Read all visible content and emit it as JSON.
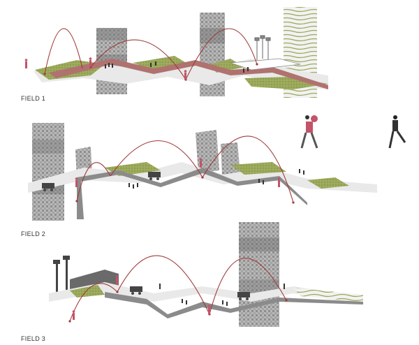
{
  "fields": [
    {
      "id": "field-1",
      "label": "FIELD 1"
    },
    {
      "id": "field-2",
      "label": "FIELD 2"
    },
    {
      "id": "field-3",
      "label": "FIELD 3"
    }
  ],
  "colors": {
    "terrain_green": "#8a9a4e",
    "path_red": "#b0726f",
    "arc_red": "#a03a3a",
    "deck_grey": "#8b8b8b",
    "photo_grey": "#9a9a9a",
    "figure_pink": "#c2536a"
  },
  "icons": [
    "runner-figure",
    "kicker-figure",
    "photo-strip",
    "stadium-light-tower"
  ]
}
